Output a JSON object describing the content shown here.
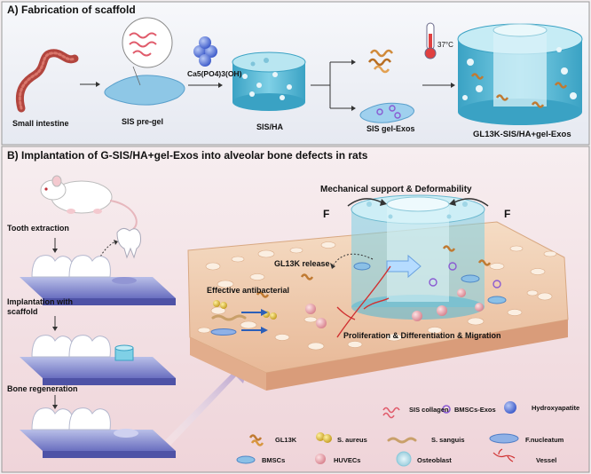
{
  "section_a": {
    "title": "A) Fabrication of scaffold",
    "labels": {
      "small_intestine": "Small intestine",
      "sis_pregel": "SIS pre-gel",
      "formula": "Ca5(PO4)3(OH)",
      "sis_ha": "SIS/HA",
      "sis_gel_exos": "SIS gel-Exos",
      "temperature": "37°C",
      "final": "GL13K-SIS/HA+gel-Exos"
    }
  },
  "section_b": {
    "title": "B) Implantation of G-SIS/HA+gel-Exos into alveolar bone defects in rats",
    "steps": {
      "tooth_extraction": "Tooth extraction",
      "implantation_line1": "Implantation with",
      "implantation_line2": "scaffold",
      "bone_regeneration": "Bone regeneration"
    },
    "center": {
      "mechanical": "Mechanical support & Deformability",
      "force": "F",
      "gl13k_release": "GL13K release",
      "antibacterial": "Effective antibacterial",
      "proliferation": "Proliferation & Differentiation & Migration"
    }
  },
  "legend": {
    "sis_collagen": "SIS collagen",
    "bmscs_exos": "BMSCs-Exos",
    "hydroxyapatite": "Hydroxyapatite",
    "gl13k": "GL13K",
    "s_aureus": "S. aureus",
    "s_sanguis": "S. sanguis",
    "f_nucleatum": "F.nucleatum",
    "bmscs": "BMSCs",
    "huvecs": "HUVECs",
    "osteoblast": "Osteoblast",
    "vessel": "Vessel"
  },
  "colors": {
    "section_a_bg": "#eef1f6",
    "section_b_bg": "#f4e3e6",
    "scaffold_blue": "#5ab9d4",
    "bone": "#f0d2b6",
    "intestine": "#b2453e"
  }
}
